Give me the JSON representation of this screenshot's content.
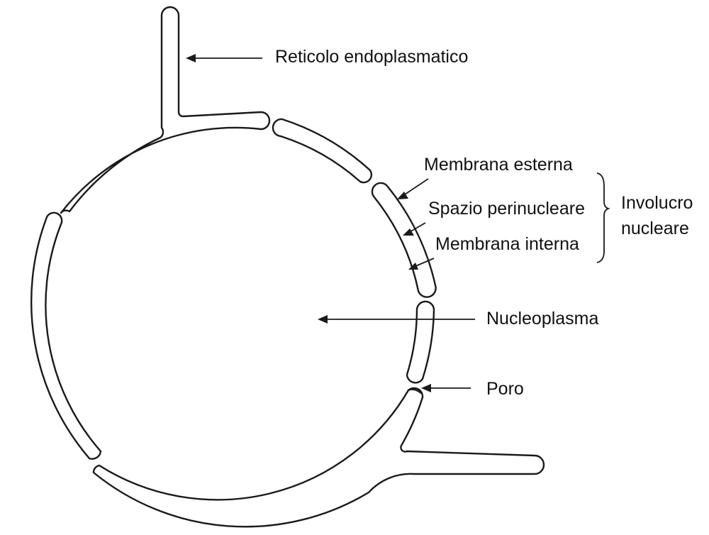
{
  "labels": {
    "reticolo": "Reticolo endoplasmatico",
    "membrana_esterna": "Membrana esterna",
    "spazio_perinucleare": "Spazio perinucleare",
    "membrana_interna": "Membrana interna",
    "involucro_line1": "Involucro",
    "involucro_line2": "nucleare",
    "nucleoplasma": "Nucleoplasma",
    "poro": "Poro"
  }
}
